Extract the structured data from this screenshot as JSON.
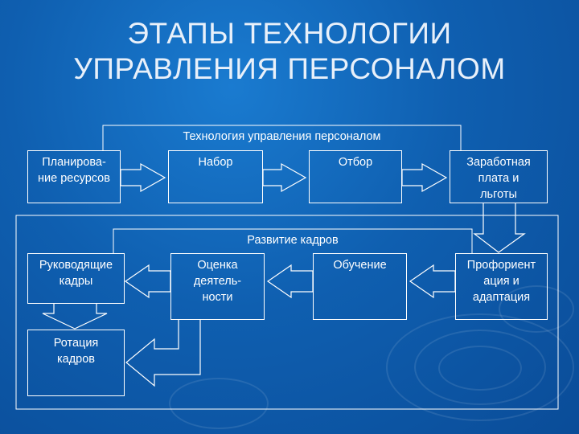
{
  "slide": {
    "title_line1": "ЭТАПЫ ТЕХНОЛОГИИ",
    "title_line2": "УПРАВЛЕНИЯ ПЕРСОНАЛОМ"
  },
  "top_group": {
    "label": "Технология управления персоналом",
    "boxes": [
      {
        "line1": "Планирова-",
        "line2": "ние ресурсов"
      },
      {
        "line1": "Набор"
      },
      {
        "line1": "Отбор"
      },
      {
        "line1": "Заработная",
        "line2": "плата и",
        "line3": "льготы"
      }
    ]
  },
  "bottom_group": {
    "label": "Развитие кадров",
    "boxes": [
      {
        "line1": "Руководящие",
        "line2": "кадры"
      },
      {
        "line1": "Оценка",
        "line2": "деятель-",
        "line3": "ности"
      },
      {
        "line1": "Обучение"
      },
      {
        "line1": "Профориент",
        "line2": "ация и",
        "line3": "адаптация"
      },
      {
        "line1": "Ротация",
        "line2": "кадров"
      }
    ]
  },
  "colors": {
    "background": "#0f5fb0",
    "lines": "#ffffff",
    "text": "#ffffff"
  }
}
